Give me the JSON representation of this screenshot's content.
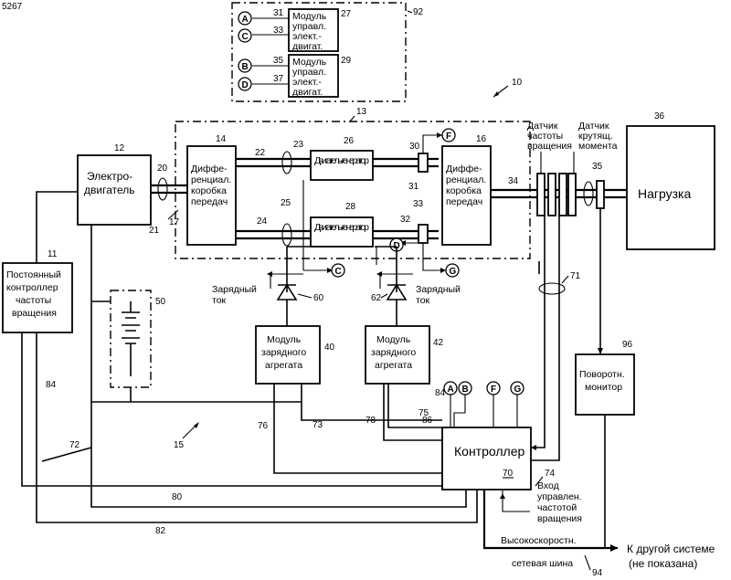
{
  "corner_id": "5267",
  "blocks": {
    "control_module_1": [
      "Модуль",
      "управл.",
      "элект.-",
      "двигат."
    ],
    "control_module_2": [
      "Модуль",
      "управл.",
      "элект.-",
      "двигат."
    ],
    "electric_motor": [
      "Электро-",
      "двигатель"
    ],
    "diff_gearbox_left": [
      "Диффе-",
      "ренциал.",
      "коробка",
      "передач"
    ],
    "diff_gearbox_right": [
      "Диффе-",
      "ренциал.",
      "коробка",
      "передач"
    ],
    "motor_generator_top": "Двигатель-генератор",
    "motor_generator_bottom": "Двигатель-генератор",
    "load": "Нагрузка",
    "speed_controller": [
      "Постоянный",
      "контроллер",
      "частоты",
      "вращения"
    ],
    "charger_left": [
      "Модуль",
      "зарядного",
      "агрегата"
    ],
    "charger_right": [
      "Модуль",
      "зарядного",
      "агрегата"
    ],
    "rotation_monitor": [
      "Поворотн.",
      "монитор"
    ],
    "controller": "Контроллер"
  },
  "labels": {
    "speed_sensor": [
      "Датчик",
      "частоты",
      "вращения"
    ],
    "torque_sensor": [
      "Датчик",
      "крутящ.",
      "момента"
    ],
    "charge_current_left": [
      "Зарядный",
      "ток"
    ],
    "charge_current_right": [
      "Зарядный",
      "ток"
    ],
    "speed_control_input": [
      "Вход",
      "управлен.",
      "частотой",
      "вращения"
    ],
    "network_bus": [
      "Высокоскоростн.",
      "сетевая шина"
    ],
    "to_other_system": [
      "К другой системе",
      "(не показана)"
    ]
  },
  "connectors": [
    "A",
    "B",
    "C",
    "D",
    "F",
    "G"
  ],
  "ref_numbers": [
    "10",
    "11",
    "12",
    "13",
    "14",
    "15",
    "16",
    "17",
    "20",
    "21",
    "22",
    "23",
    "24",
    "25",
    "26",
    "27",
    "28",
    "29",
    "30",
    "31",
    "31",
    "32",
    "33",
    "33",
    "34",
    "35",
    "35",
    "36",
    "37",
    "40",
    "42",
    "50",
    "60",
    "62",
    "70",
    "71",
    "72",
    "73",
    "74",
    "75",
    "76",
    "78",
    "80",
    "82",
    "84",
    "84",
    "86",
    "92",
    "94",
    "96"
  ]
}
